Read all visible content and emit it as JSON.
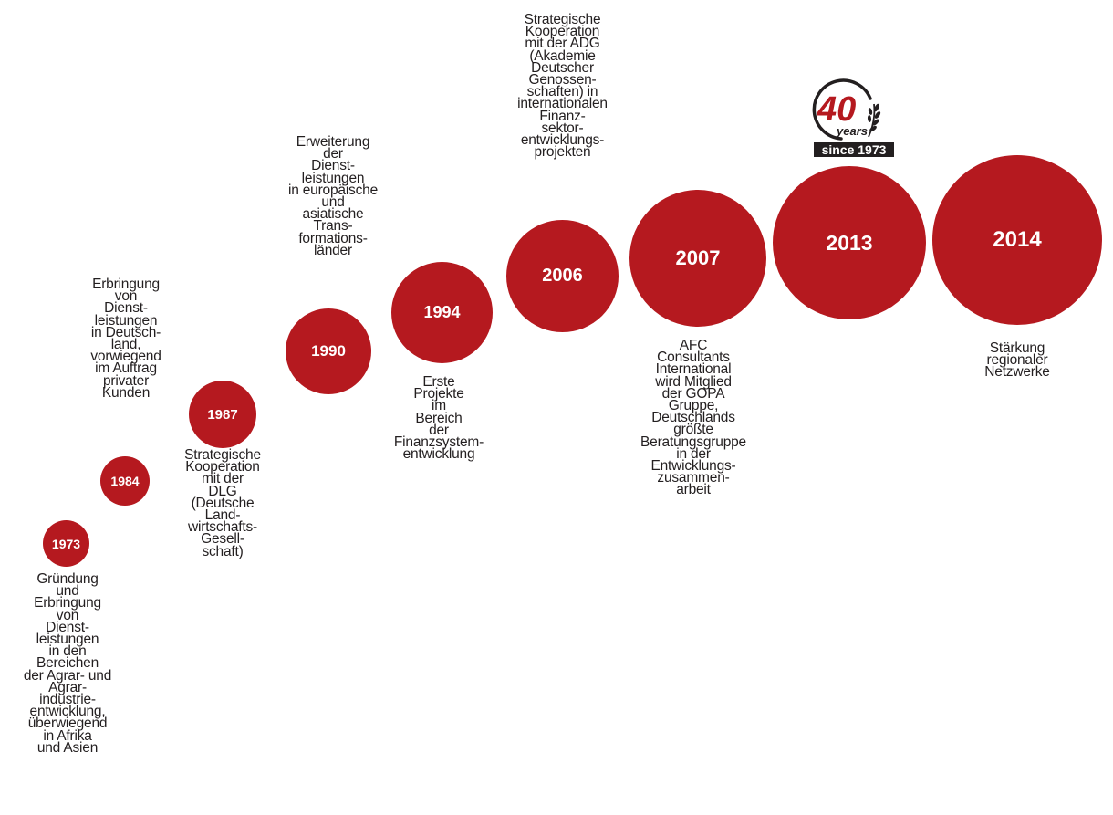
{
  "colors": {
    "circle": "#b5191f",
    "text": "#231f20"
  },
  "milestones": [
    {
      "year": "1973",
      "description": "Gründung\nund\nErbringung\nvon\nDienst-\nleistungen\nin den\nBereichen\nder Agrar- und\nAgrar-\nindustrie-\nentwicklung,\nüberwiegend\nin Afrika\nund Asien"
    },
    {
      "year": "1984",
      "description": "Erbringung\nvon\nDienst-\nleistungen\nin Deutsch-\nland,\nvorwiegend\nim Auftrag\nprivater\nKunden"
    },
    {
      "year": "1987",
      "description": "Strategische\nKooperation\nmit der\nDLG\n(Deutsche\nLand-\nwirtschafts-\nGesell-\nschaft)"
    },
    {
      "year": "1990",
      "description": "Erweiterung\nder\nDienst-\nleistungen\nin europäische\nund\nasiatische\nTrans-\nformations-\nländer"
    },
    {
      "year": "1994",
      "description": "Erste\nProjekte\nim\nBereich\nder\nFinanzsystem-\nentwicklung"
    },
    {
      "year": "2006",
      "description": "Strategische\nKooperation\nmit der ADG\n(Akademie\nDeutscher\nGenossen-\nschaften) in\ninternationalen\nFinanz-\nsektor-\nentwicklungs-\nprojekten"
    },
    {
      "year": "2007",
      "description": "AFC\nConsultants\nInternational\nwird Mitglied\nder GOPA\nGruppe,\nDeutschlands\ngrößte\nBeratungsgruppe\nin der\nEntwicklungs-\nzusammen-\narbeit"
    },
    {
      "year": "2013",
      "description": ""
    },
    {
      "year": "2014",
      "description": "Stärkung\nregionaler\nNetzwerke"
    }
  ],
  "badge": {
    "number": "40",
    "unit": "years",
    "since": "since 1973"
  }
}
